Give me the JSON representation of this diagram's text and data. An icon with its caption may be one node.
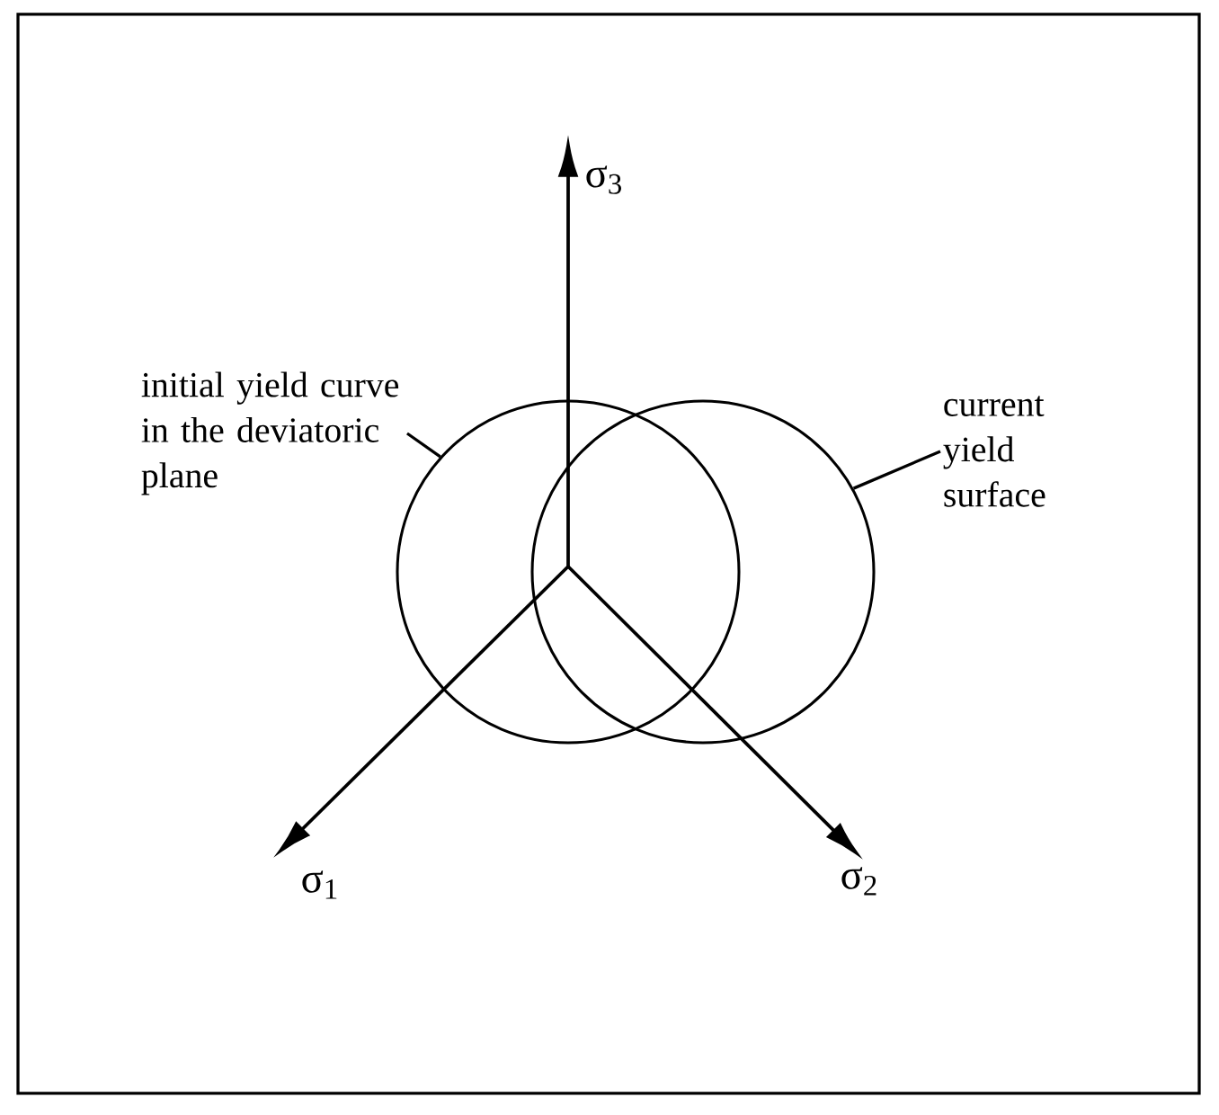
{
  "diagram": {
    "nodes": [
      {
        "text": [
          "initial yield curve in the deviatoric plane"
        ]
      },
      {
        "text": [],
        "shape": "circle"
      },
      {
        "text": [
          "current yield surface"
        ]
      },
      {
        "text": [],
        "shape": "circle"
      }
    ],
    "edges": [
      {
        "from": 0,
        "to": 1,
        "arrow": "none"
      },
      {
        "from": 2,
        "to": 3,
        "arrow": "none"
      }
    ],
    "labels": [
      "σ$_{3}$",
      "σ$_{1}$",
      "σ$_{2}$"
    ]
  }
}
